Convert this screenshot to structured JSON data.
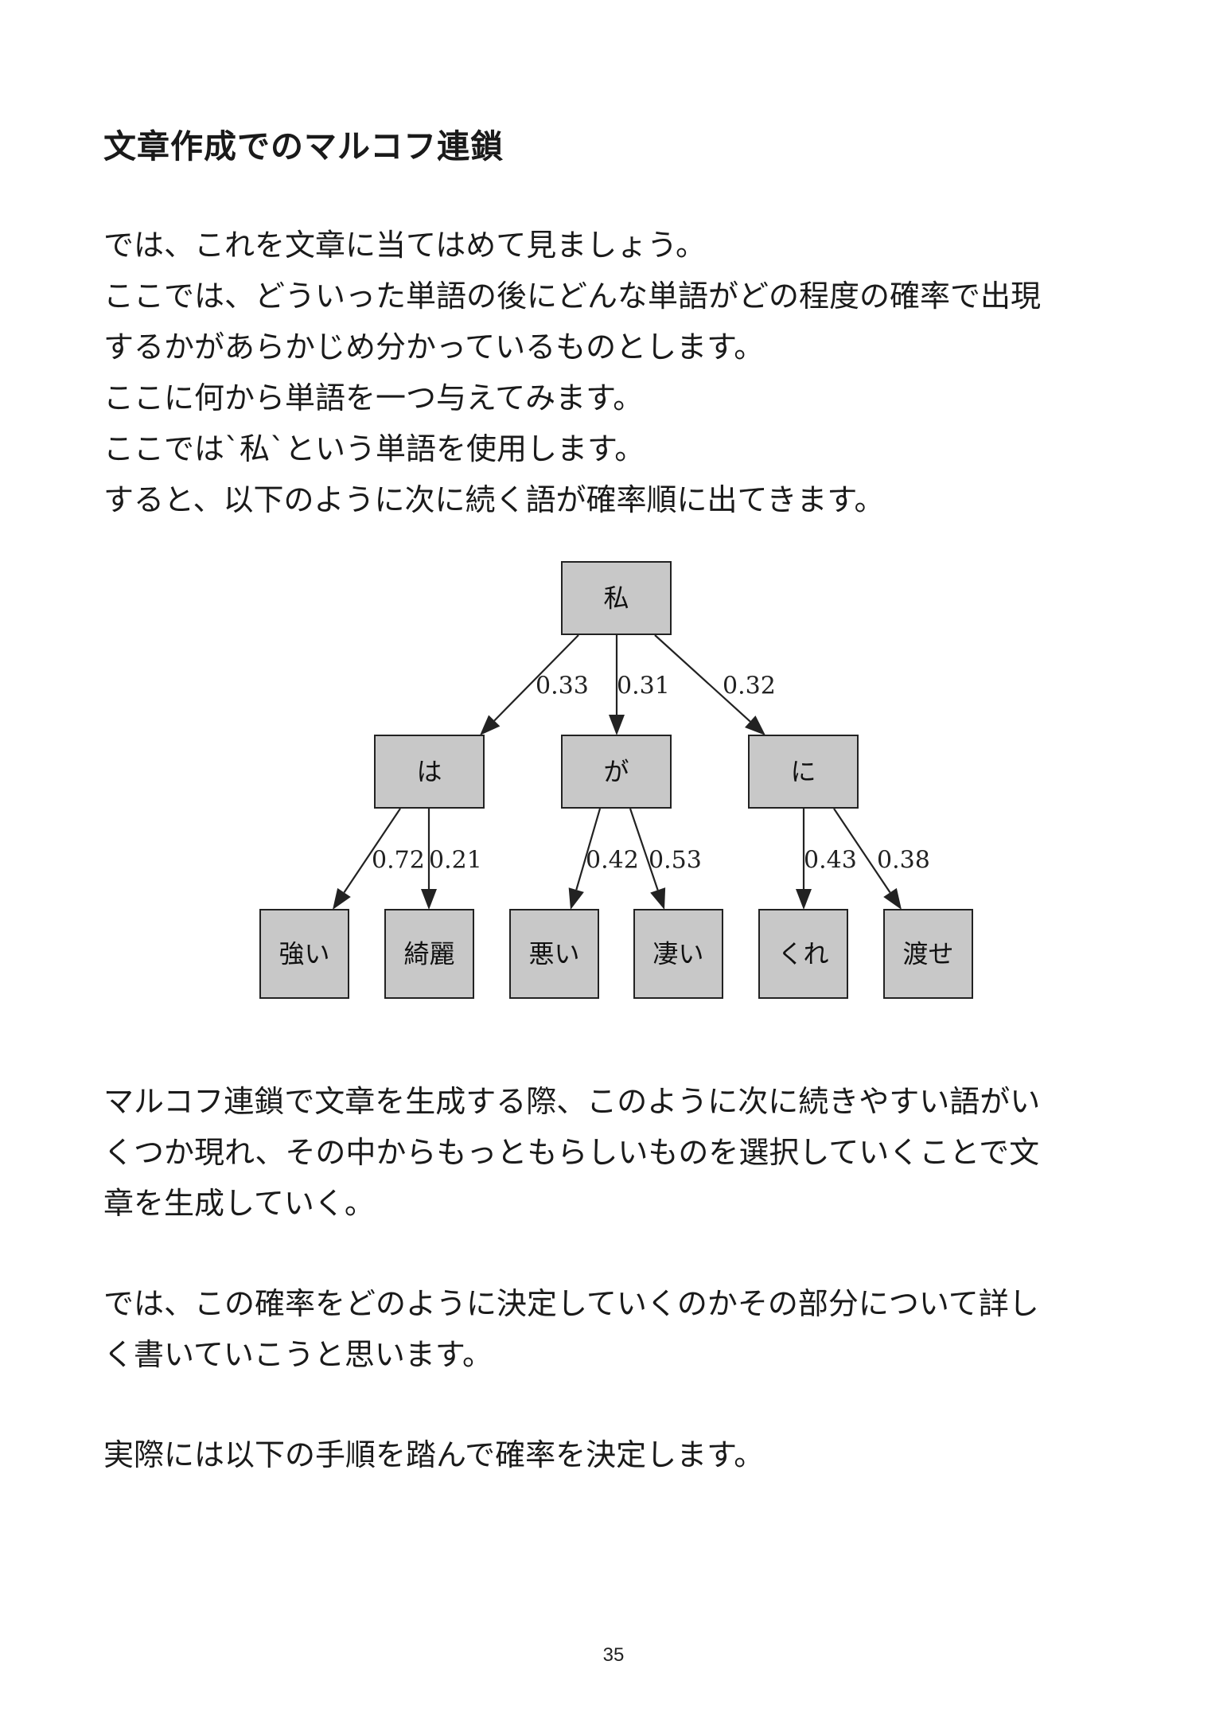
{
  "heading": "文章作成でのマルコフ連鎖",
  "intro_lines": [
    "では、これを文章に当てはめて見ましょう。",
    "ここでは、どういった単語の後にどんな単語がどの程度の確率で出現",
    "するかがあらかじめ分かっているものとします。",
    "ここに何から単語を一つ与えてみます。",
    "ここでは`私`という単語を使用します。",
    "すると、以下のように次に続く語が確率順に出てきます。"
  ],
  "diagram": {
    "nodes": {
      "root": "私",
      "ha": "は",
      "ga": "が",
      "ni": "に",
      "tsuyoi": "強い",
      "kirei": "綺麗",
      "warui": "悪い",
      "sugoi": "凄い",
      "kure": "くれ",
      "watase": "渡せ"
    },
    "edges": [
      {
        "from": "root",
        "to": "ha",
        "label": "0.33"
      },
      {
        "from": "root",
        "to": "ga",
        "label": "0.31"
      },
      {
        "from": "root",
        "to": "ni",
        "label": "0.32"
      },
      {
        "from": "ha",
        "to": "tsuyoi",
        "label": "0.72"
      },
      {
        "from": "ha",
        "to": "kirei",
        "label": "0.21"
      },
      {
        "from": "ga",
        "to": "warui",
        "label": "0.42"
      },
      {
        "from": "ga",
        "to": "sugoi",
        "label": "0.53"
      },
      {
        "from": "ni",
        "to": "kure",
        "label": "0.43"
      },
      {
        "from": "ni",
        "to": "watase",
        "label": "0.38"
      }
    ]
  },
  "para2_lines": [
    "マルコフ連鎖で文章を生成する際、このように次に続きやすい語がい",
    "くつか現れ、その中からもっともらしいものを選択していくことで文",
    "章を生成していく。"
  ],
  "para3_lines": [
    "では、この確率をどのように決定していくのかその部分について詳し",
    "く書いていこうと思います。"
  ],
  "para4_lines": [
    "実際には以下の手順を踏んで確率を決定します。"
  ],
  "page_number": "35"
}
